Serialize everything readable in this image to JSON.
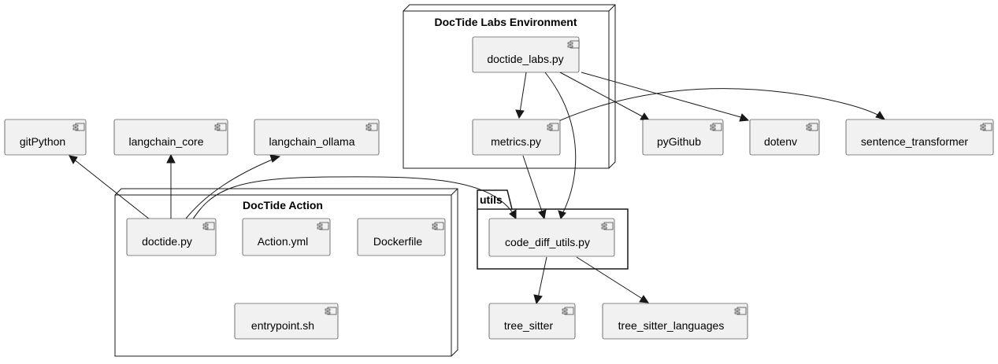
{
  "groups": {
    "labs_env": {
      "title": "DocTide Labs Environment"
    },
    "action": {
      "title": "DocTide Action"
    },
    "utils": {
      "title": "utils"
    }
  },
  "components": {
    "doctide_labs": {
      "label": "doctide_labs.py"
    },
    "metrics": {
      "label": "metrics.py"
    },
    "gitpython": {
      "label": "gitPython"
    },
    "langchain_core": {
      "label": "langchain_core"
    },
    "langchain_ollama": {
      "label": "langchain_ollama"
    },
    "pygithub": {
      "label": "pyGithub"
    },
    "dotenv": {
      "label": "dotenv"
    },
    "sentence_transformer": {
      "label": "sentence_transformer"
    },
    "doctide": {
      "label": "doctide.py"
    },
    "action_yml": {
      "label": "Action.yml"
    },
    "dockerfile": {
      "label": "Dockerfile"
    },
    "entrypoint": {
      "label": "entrypoint.sh"
    },
    "code_diff_utils": {
      "label": "code_diff_utils.py"
    },
    "tree_sitter": {
      "label": "tree_sitter"
    },
    "tree_sitter_languages": {
      "label": "tree_sitter_languages"
    }
  },
  "edges": [
    {
      "from": "doctide_labs",
      "to": "metrics"
    },
    {
      "from": "doctide_labs",
      "to": "pygithub"
    },
    {
      "from": "doctide_labs",
      "to": "dotenv"
    },
    {
      "from": "doctide_labs",
      "to": "code_diff_utils"
    },
    {
      "from": "metrics",
      "to": "sentence_transformer"
    },
    {
      "from": "metrics",
      "to": "code_diff_utils"
    },
    {
      "from": "doctide",
      "to": "gitpython"
    },
    {
      "from": "doctide",
      "to": "langchain_core"
    },
    {
      "from": "doctide",
      "to": "langchain_ollama"
    },
    {
      "from": "doctide",
      "to": "code_diff_utils"
    },
    {
      "from": "code_diff_utils",
      "to": "tree_sitter"
    },
    {
      "from": "code_diff_utils",
      "to": "tree_sitter_languages"
    }
  ],
  "colors": {
    "component_fill": "#f1f1f1",
    "stroke": "#181818",
    "background": "#ffffff"
  }
}
